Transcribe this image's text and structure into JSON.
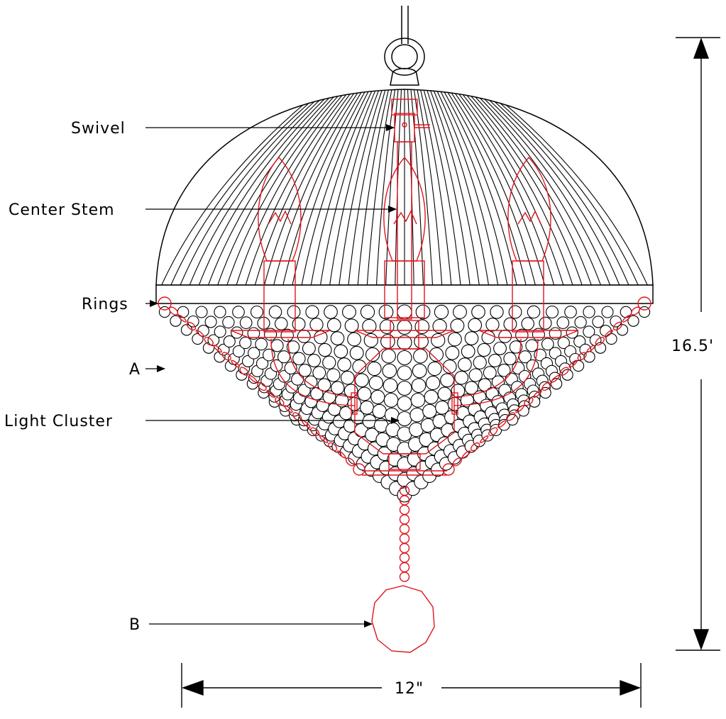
{
  "diagram": {
    "labels": {
      "swivel": "Swivel",
      "center_stem": "Center Stem",
      "rings": "Rings",
      "a": "A",
      "light_cluster": "Light Cluster",
      "b": "B"
    },
    "dimensions": {
      "height": "16.5'",
      "width": "12\""
    },
    "colors": {
      "outline": "#000000",
      "highlight": "#e0141e"
    }
  }
}
